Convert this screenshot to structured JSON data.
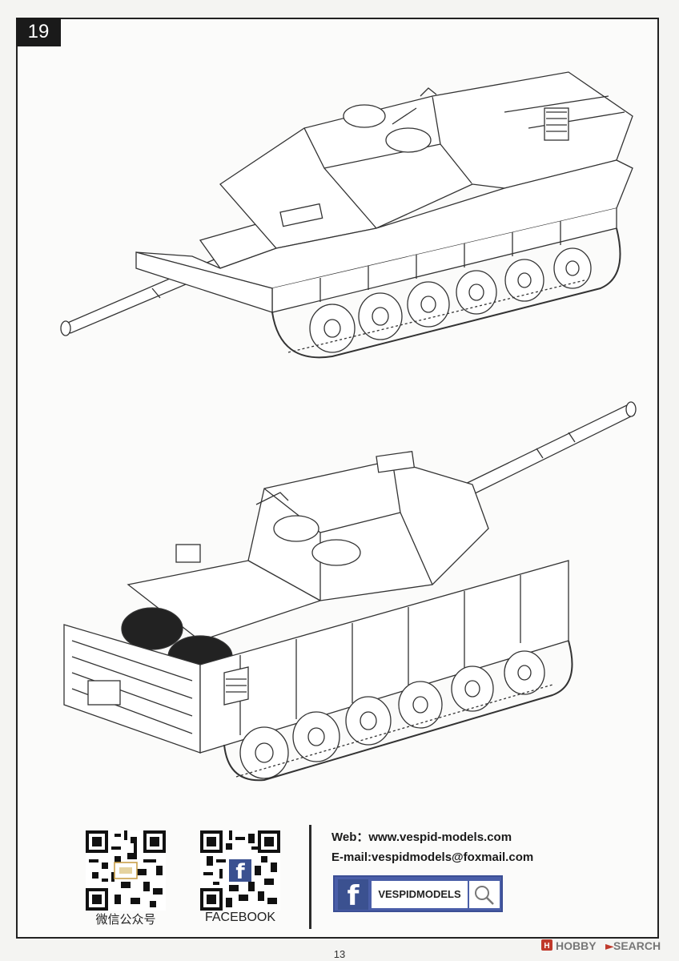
{
  "step": {
    "number": "19"
  },
  "footer": {
    "qr_codes": [
      {
        "label": "微信公众号"
      },
      {
        "label": "FACEBOOK"
      }
    ],
    "contact": {
      "web": "Web：www.vespid-models.com",
      "email": "E-mail:vespidmodels@foxmail.com"
    },
    "facebook_banner": {
      "name": "VESPIDMODELS"
    },
    "page_number": "13"
  },
  "watermark": {
    "brand": "HOBBY",
    "suffix": "SEARCH"
  },
  "colors": {
    "facebook_blue": "#3b5190",
    "badge_black": "#1a1a1a"
  }
}
